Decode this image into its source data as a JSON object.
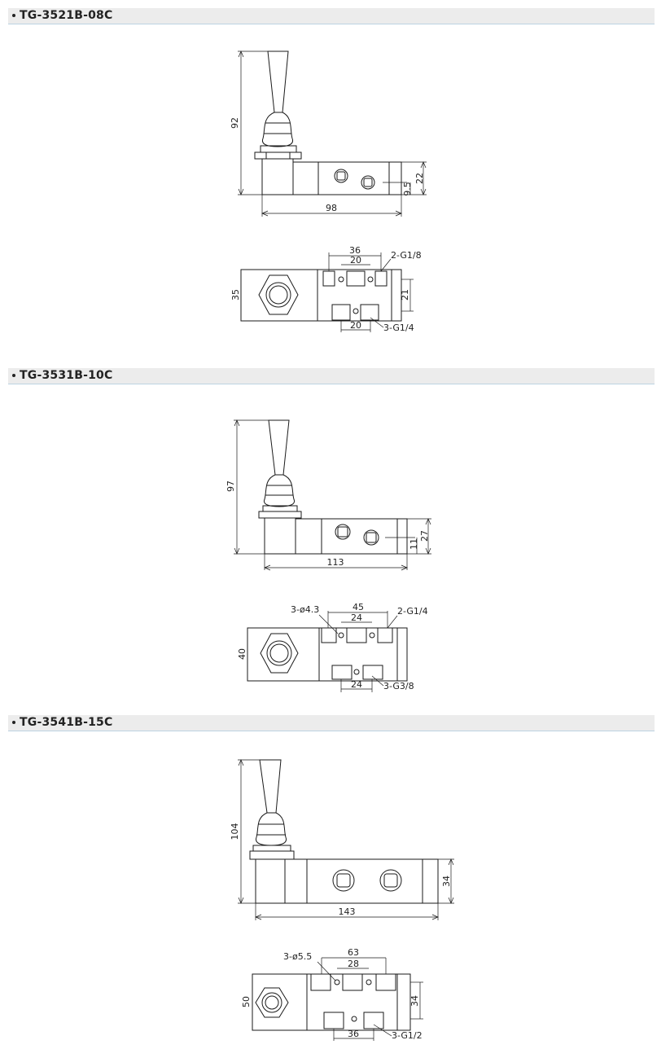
{
  "sections": [
    {
      "title": "TG-3521B-08C",
      "side": {
        "height": "92",
        "length": "98",
        "body": "22",
        "offset": "9.5"
      },
      "top": {
        "a": "36",
        "b": "20",
        "c": "20",
        "width": "35",
        "d": "21",
        "port1": "2-G1/8",
        "port2": "3-G1/4"
      }
    },
    {
      "title": "TG-3531B-10C",
      "side": {
        "height": "97",
        "length": "113",
        "body": "27",
        "offset": "11"
      },
      "top": {
        "hole": "3-ø4.3",
        "a": "45",
        "b": "24",
        "c": "24",
        "width": "40",
        "port1": "2-G1/4",
        "port2": "3-G3/8"
      }
    },
    {
      "title": "TG-3541B-15C",
      "side": {
        "height": "104",
        "length": "143",
        "body": "34"
      },
      "top": {
        "hole": "3-ø5.5",
        "a": "63",
        "b": "28",
        "c": "36",
        "width": "50",
        "d": "34",
        "port2": "3-G1/2"
      }
    }
  ]
}
